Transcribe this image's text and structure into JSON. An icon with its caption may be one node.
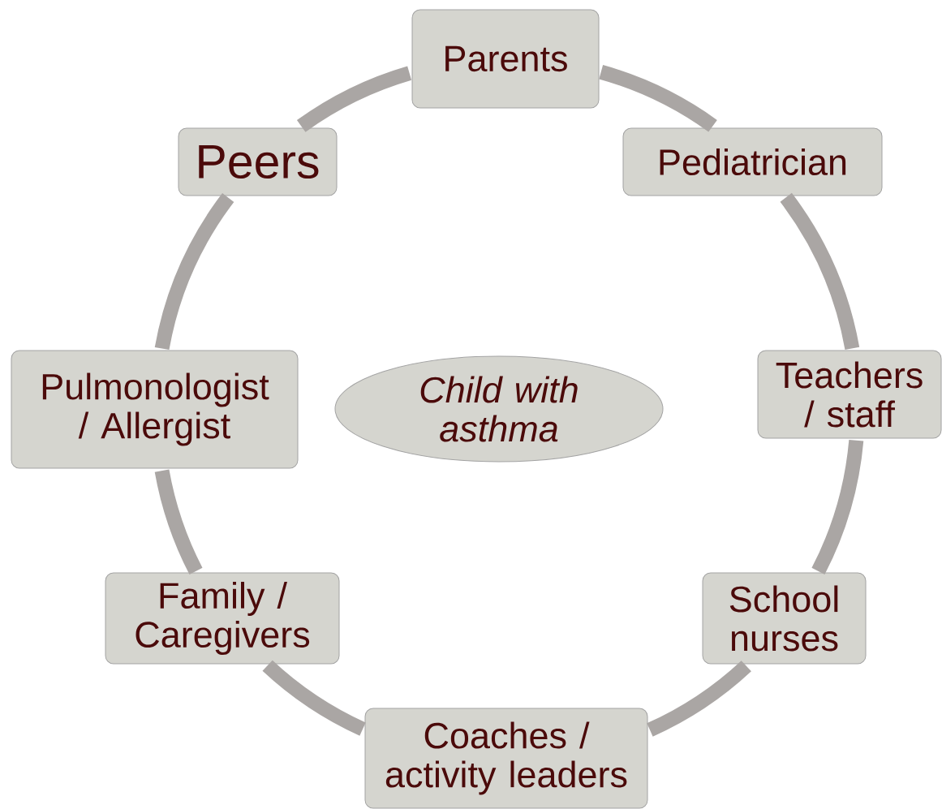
{
  "diagram": {
    "nodes": [
      {
        "text": [
          "Parents"
        ]
      },
      {
        "text": [
          "Pediatrician"
        ]
      },
      {
        "text": [
          "Teachers / staff"
        ]
      },
      {
        "text": [
          "School nurses"
        ]
      },
      {
        "text": [
          "Coaches / activity leaders"
        ]
      },
      {
        "text": [
          "Family / Caregivers"
        ]
      },
      {
        "text": [
          "Pulmonologist / Allergist"
        ]
      },
      {
        "text": [
          "Peers"
        ]
      },
      {
        "text": [
          "Child with asthma"
        ]
      }
    ],
    "edges": [
      {
        "from": 0,
        "to": 1,
        "arrow": "none"
      },
      {
        "from": 1,
        "to": 2,
        "arrow": "none"
      },
      {
        "from": 2,
        "to": 3,
        "arrow": "none"
      },
      {
        "from": 3,
        "to": 4,
        "arrow": "none"
      },
      {
        "from": 4,
        "to": 5,
        "arrow": "none"
      },
      {
        "from": 5,
        "to": 6,
        "arrow": "none"
      },
      {
        "from": 6,
        "to": 7,
        "arrow": "none"
      },
      {
        "from": 7,
        "to": 0,
        "arrow": "none"
      }
    ]
  }
}
